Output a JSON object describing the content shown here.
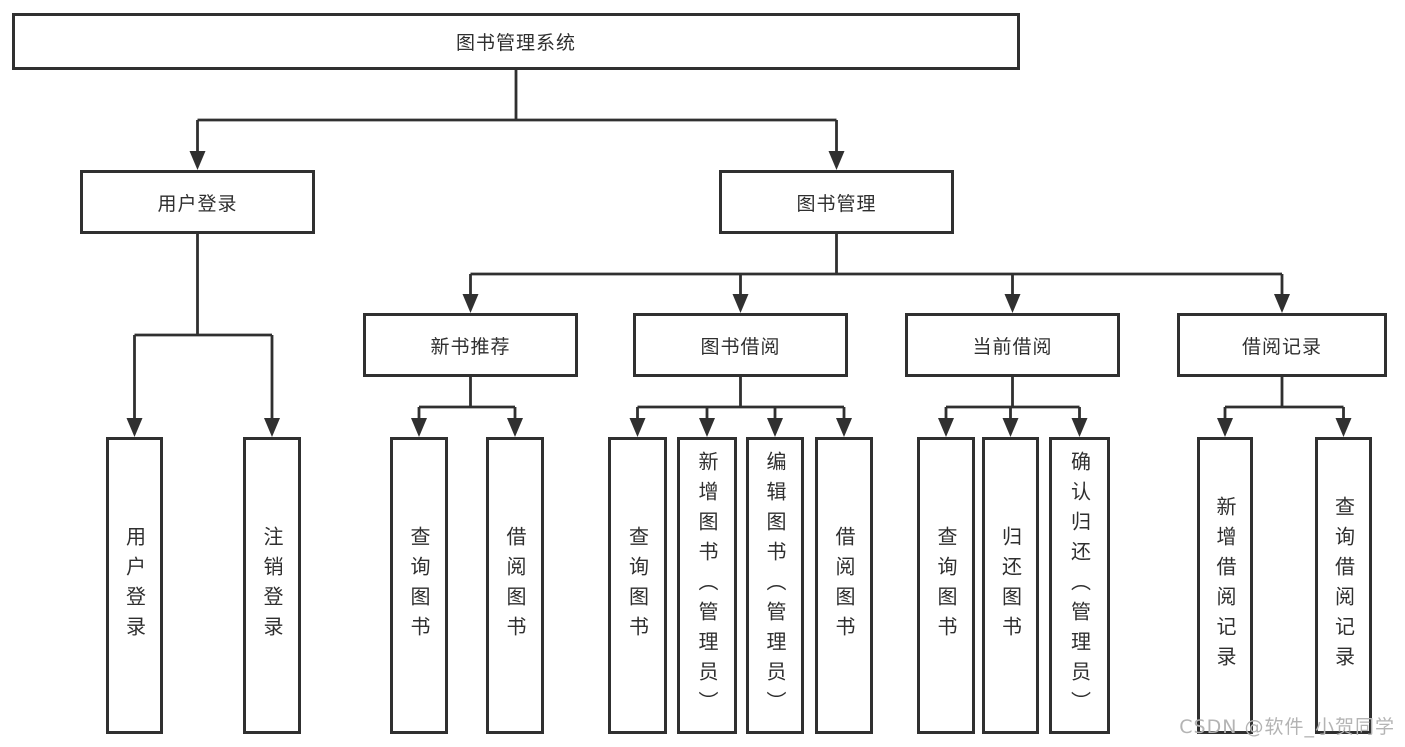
{
  "diagram": {
    "root": {
      "label": "图书管理系统"
    },
    "level2": [
      {
        "id": "user-login",
        "label": "用户登录"
      },
      {
        "id": "book-management",
        "label": "图书管理"
      }
    ],
    "level3": [
      {
        "id": "new-book-recommend",
        "label": "新书推荐"
      },
      {
        "id": "book-borrowing",
        "label": "图书借阅"
      },
      {
        "id": "current-borrowing",
        "label": "当前借阅"
      },
      {
        "id": "borrowing-records",
        "label": "借阅记录"
      }
    ],
    "leaves": {
      "user_login": [
        "用户登录",
        "注销登录"
      ],
      "new_book_recommend": [
        "查询图书",
        "借阅图书"
      ],
      "book_borrowing": [
        "查询图书",
        "新增图书（管理员）",
        "编辑图书（管理员）",
        "借阅图书"
      ],
      "current_borrowing": [
        "查询图书",
        "归还图书",
        "确认归还（管理员）"
      ],
      "borrowing_records": [
        "新增借阅记录",
        "查询借阅记录"
      ]
    }
  },
  "watermark": {
    "text": "CSDN @软件_小贺同学"
  },
  "style": {
    "line_color": "#303030",
    "text_color": "#2f2f2f",
    "background": "#ffffff",
    "watermark_color": "#b4b4b4"
  }
}
